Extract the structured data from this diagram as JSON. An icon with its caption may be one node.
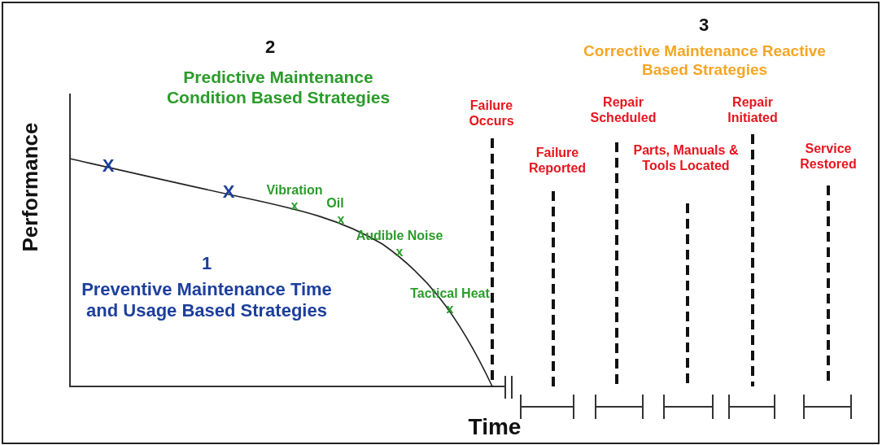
{
  "diagram": {
    "labels": [
      "2",
      "Predictive Maintenance Condition Based Strategies",
      "3",
      "Corrective Maintenance Reactive Based Strategies",
      "Performance",
      "Failure Occurs",
      "Repair Scheduled",
      "Repair Initiated",
      "Failure Reported",
      "Parts, Manuals & Tools Located",
      "Service Restored",
      "X",
      "X",
      "Vibration",
      "x",
      "Oil",
      "x",
      "Audible Noise",
      "x",
      "Tactical Heat",
      "x",
      "1",
      "Preventive Maintenance Time and Usage Based Strategies",
      "Time"
    ]
  }
}
